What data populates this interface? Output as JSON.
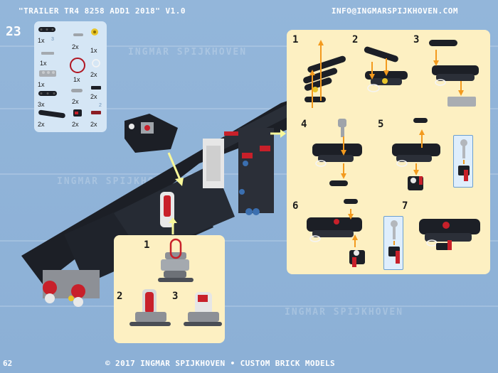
{
  "header": {
    "title": "\"TRAILER TR4 8258 ADD1 2018\" V1.0",
    "email": "INFO@INGMARSPIJKHOVEN.COM"
  },
  "step": {
    "number": "23"
  },
  "watermark": "INGMAR SPIJKHOVEN",
  "parts": [
    {
      "qty": "1x",
      "icon": "black-liftarm-icon",
      "note": "3"
    },
    {
      "qty": "2x",
      "icon": "grey-pin-icon"
    },
    {
      "qty": "1x",
      "icon": "yellow-gear-icon"
    },
    {
      "qty": "1x",
      "icon": "grey-axle-icon"
    },
    {
      "qty": "1x",
      "icon": "grey-plate-icon"
    },
    {
      "qty": "1x",
      "icon": "red-rubber-band-icon"
    },
    {
      "qty": "2x",
      "icon": "white-bush-icon"
    },
    {
      "qty": "3x",
      "icon": "black-liftarm-icon"
    },
    {
      "qty": "2x",
      "icon": "grey-axle-pin-icon"
    },
    {
      "qty": "2x",
      "icon": "black-axle-icon"
    },
    {
      "qty": "2x",
      "icon": "black-liftarm-long-icon"
    },
    {
      "qty": "2x",
      "icon": "red-connector-icon"
    },
    {
      "qty": "2x",
      "icon": "red-pin-icon",
      "note": "2"
    }
  ],
  "substeps_right": [
    "1",
    "2",
    "3",
    "4",
    "5",
    "6",
    "7"
  ],
  "substeps_bottom": [
    "1",
    "2",
    "3"
  ],
  "footer": {
    "page": "62",
    "text": "© 2017 INGMAR SPIJKHOVEN • CUSTOM BRICK MODELS"
  },
  "colors": {
    "background": "#8fb3d8",
    "parts_panel": "#d5e6f5",
    "sub_panel": "#fdf0c2",
    "arrow": "#f39a1e",
    "model_dark": "#1c1f26",
    "accent_red": "#c8202a"
  }
}
